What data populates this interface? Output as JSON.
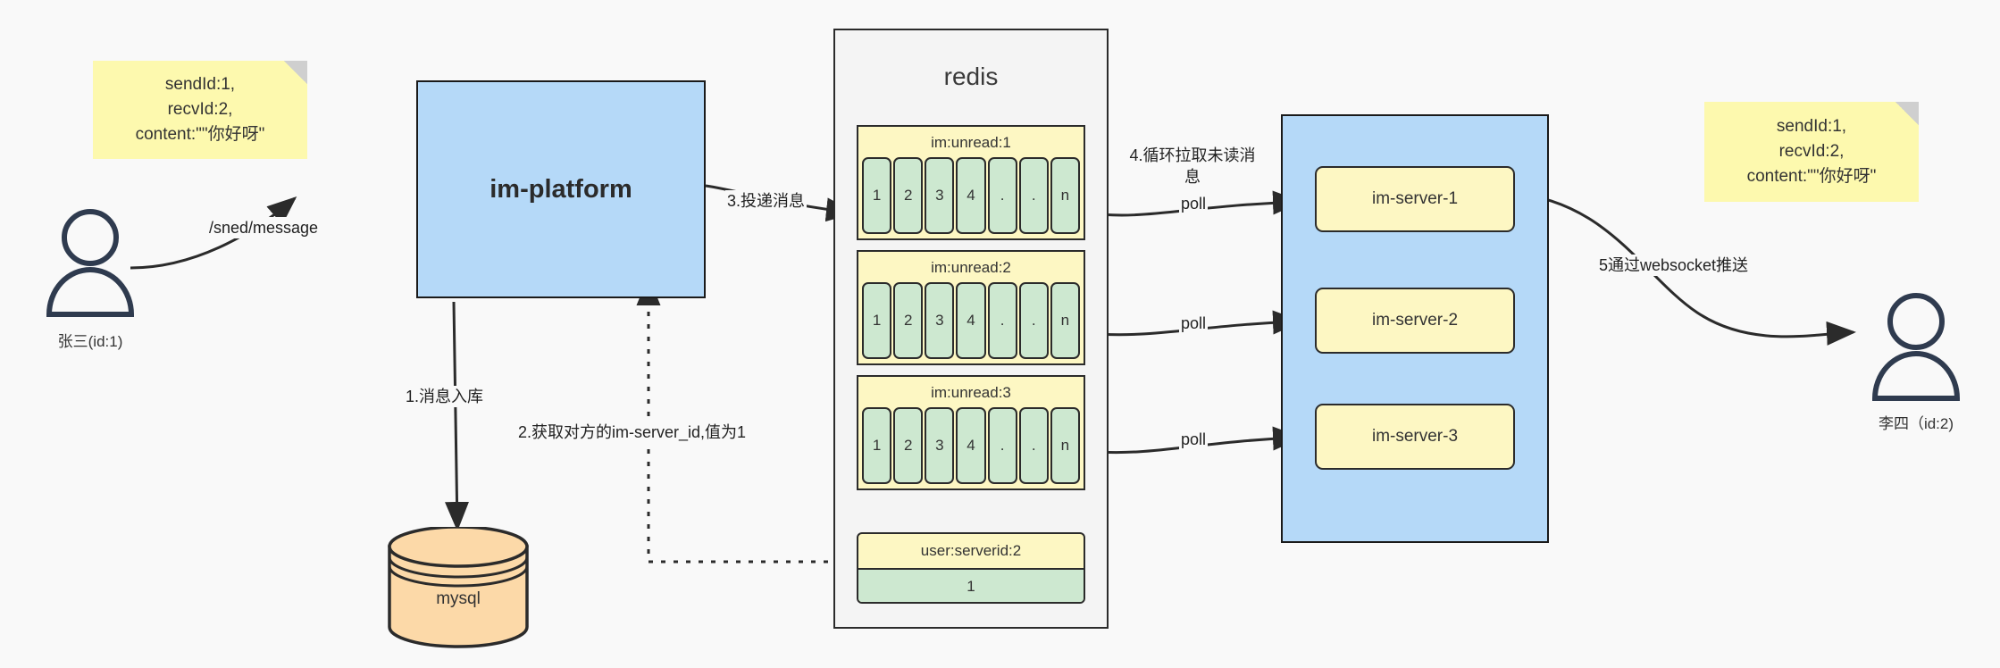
{
  "diagram": {
    "title": "IM message delivery architecture",
    "background": "#f9f9f9"
  },
  "colors": {
    "blue_fill": "#b5d9f8",
    "yellow_fill": "#fdf7c3",
    "note_fill": "#fdf9ae",
    "green_fill": "#cde8d0",
    "orange_fill": "#fcd9a8",
    "stroke": "#2b2b2b",
    "actor_stroke": "#2f3b4f"
  },
  "notes": {
    "left": {
      "line1": "sendId:1,",
      "line2": "recvId:2,",
      "line3": "content:\"\"你好呀\"",
      "text": "sendId:1,\nrecvId:2,\ncontent:\"\"你好呀\""
    },
    "right": {
      "line1": "sendId:1,",
      "line2": "recvId:2,",
      "line3": "content:\"\"你好呀\"",
      "text": "sendId:1,\nrecvId:2,\ncontent:\"\"你好呀\""
    }
  },
  "actors": {
    "sender": {
      "label": "张三(id:1)",
      "icon": "user-icon"
    },
    "receiver": {
      "label": "李四（id:2)",
      "icon": "user-icon"
    }
  },
  "nodes": {
    "platform": {
      "label": "im-platform"
    },
    "database": {
      "label": "mysql",
      "icon": "database-cylinder-icon"
    },
    "redis": {
      "label": "redis"
    },
    "server_cluster": {
      "label": ""
    }
  },
  "redis_keys": [
    {
      "name": "im:unread:1",
      "cells": [
        "1",
        "2",
        "3",
        "4",
        ".",
        ".",
        "n"
      ]
    },
    {
      "name": "im:unread:2",
      "cells": [
        "1",
        "2",
        "3",
        "4",
        ".",
        ".",
        "n"
      ]
    },
    {
      "name": "im:unread:3",
      "cells": [
        "1",
        "2",
        "3",
        "4",
        ".",
        ".",
        "n"
      ]
    }
  ],
  "redis_kv": {
    "key": "user:serverid:2",
    "value": "1"
  },
  "servers": [
    {
      "label": "im-server-1"
    },
    {
      "label": "im-server-2"
    },
    {
      "label": "im-server-3"
    }
  ],
  "edges": {
    "send_message": "/sned/message",
    "step1": "1.消息入库",
    "step2": "2.获取对方的im-server_id,值为1",
    "step3": "3.投递消息",
    "step4": "4.循环拉取未读消\n息",
    "poll1": "poll",
    "poll2": "poll",
    "poll3": "poll",
    "step5": "5通过websocket推送"
  }
}
